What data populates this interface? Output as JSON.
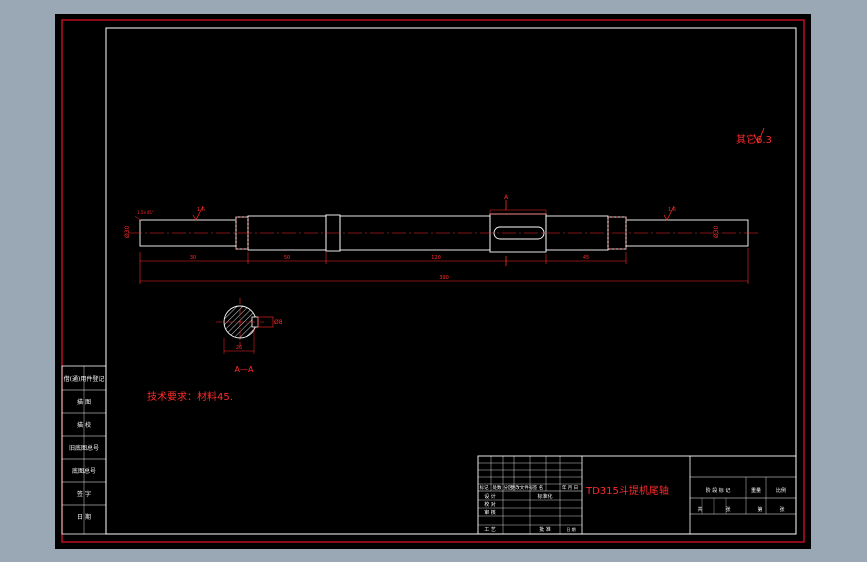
{
  "colors": {
    "viewport_bg": "#9aa7b4",
    "canvas": "#000000",
    "frame": "#e8122a",
    "line": "#ffffff",
    "dim": "#ff2a2a",
    "hatch": "#ffffff"
  },
  "drawing": {
    "roughness_note": "其它6.3",
    "tech_requirements": "技术要求：材料45.",
    "section_label": "A—A",
    "section_mark": "A",
    "roughness_values": [
      "1.6",
      "1.6"
    ],
    "diameter_labels": [
      "Ø30",
      "Ø30"
    ],
    "chamfer_label": "1.5×45°",
    "keyway_dim": "Ø8",
    "dims_row": [
      "30",
      "50",
      "120",
      "45"
    ],
    "overall_length": "390",
    "section_depth": "26"
  },
  "side_table": {
    "rows": [
      "借(通)用件登记",
      "描 图",
      "描 校",
      "旧底图总号",
      "底图总号",
      "签 字",
      "日 期"
    ]
  },
  "title_block": {
    "drawing_name": "TD315斗提机尾轴",
    "approval_cols": [
      "标记",
      "处数",
      "分区",
      "更改文件号",
      "签 名",
      "年 月 日"
    ],
    "approval_rows": [
      "设 计",
      "校 对",
      "审 核",
      "工 艺"
    ],
    "approval_mid": [
      "标准化",
      "",
      "批 准"
    ],
    "approval_date_col": [
      "",
      "",
      "日 期"
    ],
    "scale_header": [
      "阶 段 标 记",
      "重量",
      "比例"
    ],
    "sheet_row": [
      "共",
      "张",
      "第",
      "张"
    ]
  }
}
